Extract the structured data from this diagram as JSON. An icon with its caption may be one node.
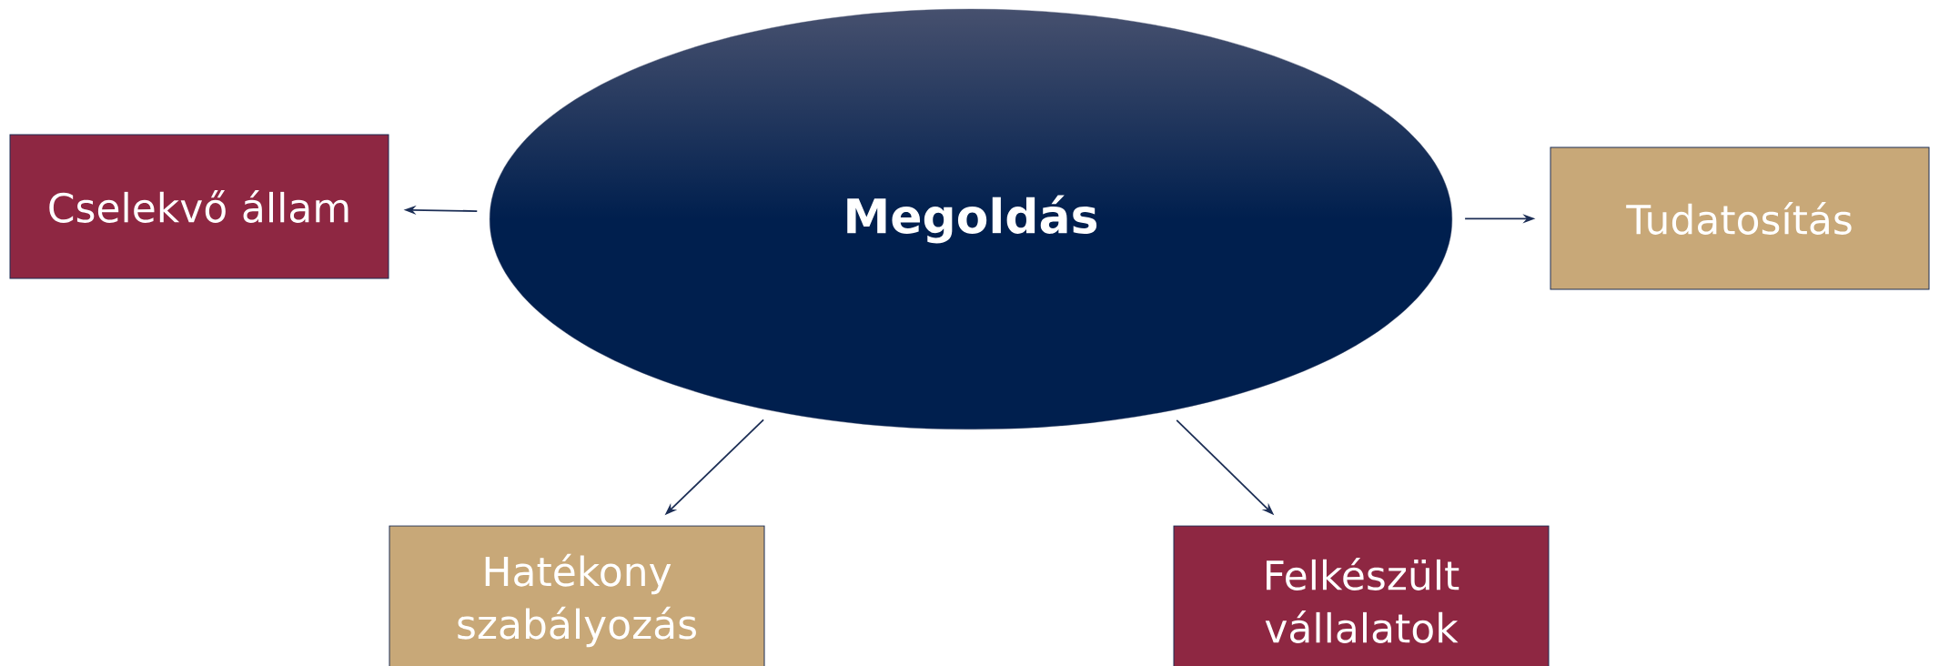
{
  "diagram": {
    "nodes": [
      {
        "text": [
          "Megoldás"
        ]
      },
      {
        "text": [
          "Cselekvő állam"
        ]
      },
      {
        "text": [
          "Tudatosítás"
        ]
      },
      {
        "text": [
          "Hatékony szabályozás"
        ]
      },
      {
        "text": [
          "Felkészült vállalatok"
        ]
      }
    ],
    "edges": [
      {
        "from": 0,
        "to": 1,
        "arrow": "to"
      },
      {
        "from": 0,
        "to": 2,
        "arrow": "to"
      },
      {
        "from": 0,
        "to": 3,
        "arrow": "to"
      },
      {
        "from": 0,
        "to": 4,
        "arrow": "to"
      }
    ]
  }
}
